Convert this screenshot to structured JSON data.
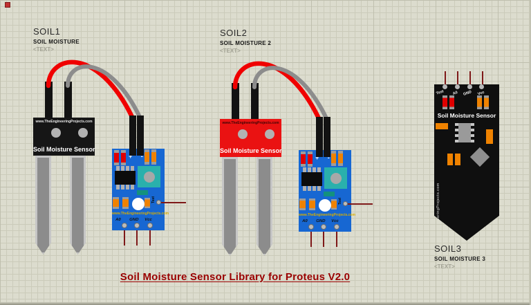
{
  "sheet": {
    "title": "Soil Moisture Sensor Library for Proteus V2.0"
  },
  "colors": {
    "canvas_bg": "#dcdcce",
    "pcb_blue": "#1767d2",
    "wire_red": "#f00000",
    "wire_gray": "#8c8c8c",
    "pin_maroon": "#7e1818",
    "probe_red": "#ea1212",
    "probe_black": "#161616",
    "title_maroon": "#9a0000",
    "component_orange": "#ef8200",
    "pot_teal": "#2ab0ac"
  },
  "sensors": [
    {
      "ref": "SOIL1",
      "value": "SOIL MOISTURE",
      "text_placeholder": "<TEXT>",
      "probe": {
        "brand": "www.TheEngineeringProjects.com",
        "label": "Soil Moisture Sensor"
      },
      "board": {
        "polarity": "+ -",
        "brand": "www.TheEngineeringProjects.com",
        "test_pin": "Test",
        "pins": [
          "A0",
          "GND",
          "Vcc"
        ]
      }
    },
    {
      "ref": "SOIL2",
      "value": "SOIL MOISTURE 2",
      "text_placeholder": "<TEXT>",
      "probe": {
        "brand": "www.TheEngineeringProjects.com",
        "label": "Soil Moisture Sensor"
      },
      "board": {
        "polarity": "+ -",
        "brand": "www.TheEngineeringProjects.com",
        "test_pin": "Test",
        "pins": [
          "A0",
          "GND",
          "Vcc"
        ]
      }
    },
    {
      "ref": "SOIL3",
      "value": "SOIL MOISTURE 3",
      "text_placeholder": "<TEXT>",
      "module": {
        "label": "Soil Moisture Sensor",
        "brand_vertical": "www.TheEngineeringProjects.com",
        "pins": [
          "Test",
          "A0",
          "GND",
          "Vcc"
        ]
      }
    }
  ]
}
